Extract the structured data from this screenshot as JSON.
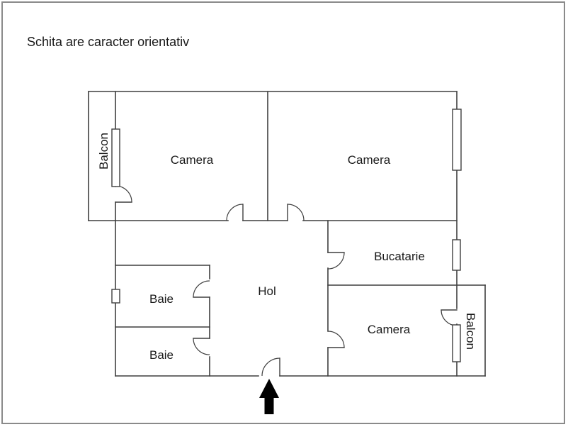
{
  "title": "Schita are caracter orientativ",
  "rooms": {
    "camera_top_left": "Camera",
    "camera_top_right": "Camera",
    "camera_bottom_right": "Camera",
    "bucatarie": "Bucatarie",
    "baie_top": "Baie",
    "baie_bottom": "Baie",
    "hol": "Hol",
    "balcon_left": "Balcon",
    "balcon_right": "Balcon"
  },
  "colors": {
    "wall": "#3f3f3f",
    "frame": "#8a8a8a",
    "text": "#1a1a1a",
    "arrow": "#000000",
    "background": "#ffffff"
  }
}
